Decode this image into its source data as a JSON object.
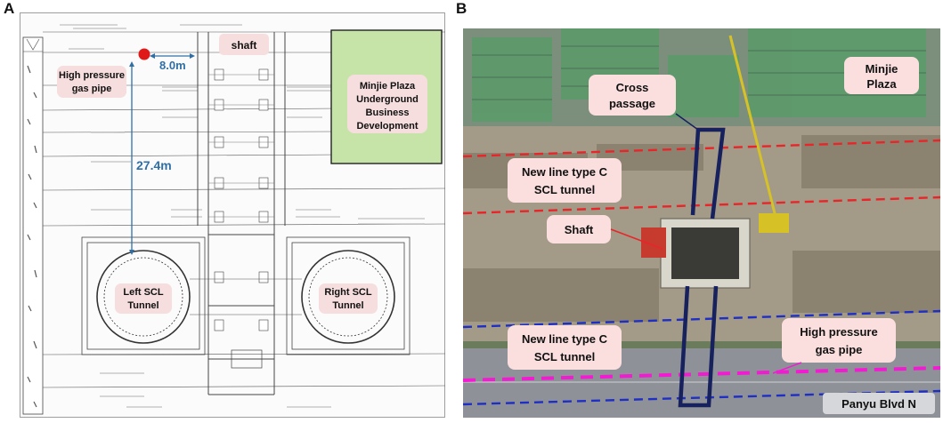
{
  "panel_a": {
    "letter": "A",
    "pipe_label_line1": "High pressure",
    "pipe_label_line2": "gas pipe",
    "shaft_label": "shaft",
    "plaza_line1": "Minjie Plaza",
    "plaza_line2": "Underground",
    "plaza_line3": "Business",
    "plaza_line4": "Development",
    "dim_horizontal": "8.0m",
    "dim_vertical": "27.4m",
    "left_tunnel_line1": "Left SCL",
    "left_tunnel_line2": "Tunnel",
    "right_tunnel_line1": "Right SCL",
    "right_tunnel_line2": "Tunnel",
    "colors": {
      "callout_fill": "#f6dede",
      "plaza_fill": "#c6e4a8",
      "dimension": "#2f6fa6",
      "pipe_marker": "#e01919"
    }
  },
  "panel_b": {
    "letter": "B",
    "minjie_line1": "Minjie",
    "minjie_line2": "Plaza",
    "cross_line1": "Cross",
    "cross_line2": "passage",
    "new_line_upper_1": "New line type C",
    "new_line_upper_2": "SCL tunnel",
    "shaft_label": "Shaft",
    "new_line_lower_1": "New line type C",
    "new_line_lower_2": "SCL tunnel",
    "gas_line1": "High pressure",
    "gas_line2": "gas pipe",
    "road_label": "Panyu Blvd N",
    "colors": {
      "red_dashed": "#e8262a",
      "blue_dashed": "#1f2fc4",
      "magenta_dashed": "#f21bd2",
      "passage_frame": "#16215e",
      "callout_fill": "#fbdede"
    }
  }
}
